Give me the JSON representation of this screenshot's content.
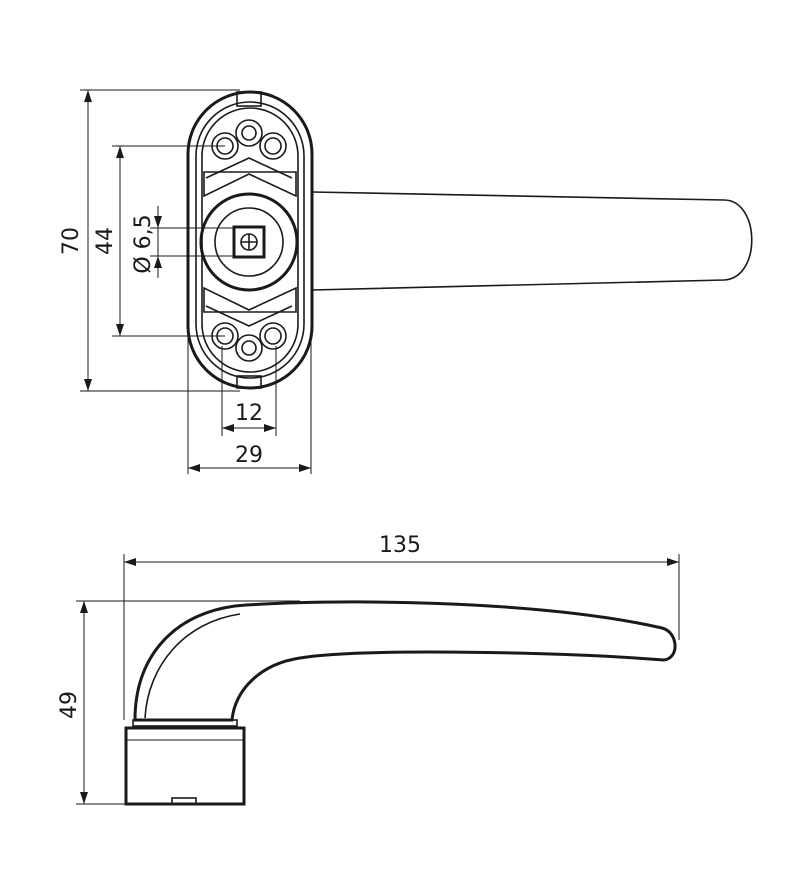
{
  "dimensions": {
    "total_height": "70",
    "mount_hole_spacing": "44",
    "spindle_diameter": "Ø 6,5",
    "hole_offset": "12",
    "base_width": "29",
    "handle_length": "135",
    "handle_height": "49"
  }
}
